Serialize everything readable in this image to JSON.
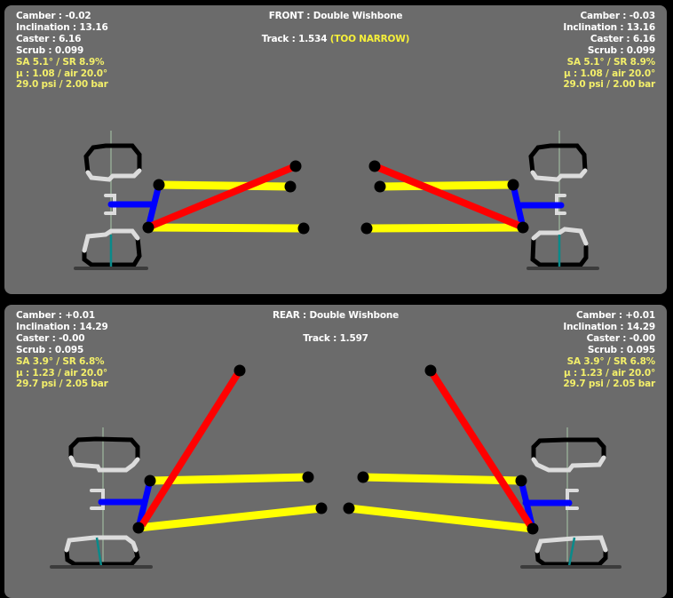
{
  "colors": {
    "panel": "#6b6b6b",
    "text": "#ffffff",
    "highlight": "#f3ef6a",
    "warning": "#f6f03a",
    "upper_arm": "#ffff00",
    "lower_arm": "#ffff00",
    "tie_rod": "#ff0000",
    "upright": "#0000ff",
    "tire": "#000000",
    "rim": "#dcdcdc",
    "joint": "#000000"
  },
  "front": {
    "title": "FRONT : Double Wishbone",
    "track_label": "Track : 1.534",
    "track_warning": "(TOO NARROW)",
    "left": {
      "camber": "Camber : -0.02",
      "inclination": "Inclination : 13.16",
      "caster": "Caster : 6.16",
      "scrub": "Scrub : 0.099",
      "slip": "SA 5.1° / SR 8.9%",
      "grip": "μ : 1.08 / air 20.0°",
      "pressure": "29.0 psi / 2.00 bar"
    },
    "right": {
      "camber": "Camber : -0.03",
      "inclination": "Inclination : 13.16",
      "caster": "Caster : 6.16",
      "scrub": "Scrub : 0.099",
      "slip": "SA 5.1° / SR 8.9%",
      "grip": "μ : 1.08 / air 20.0°",
      "pressure": "29.0 psi / 2.00 bar"
    }
  },
  "rear": {
    "title": "REAR : Double Wishbone",
    "track_label": "Track : 1.597",
    "left": {
      "camber": "Camber : +0.01",
      "inclination": "Inclination : 14.29",
      "caster": "Caster : -0.00",
      "scrub": "Scrub : 0.095",
      "slip": "SA 3.9° / SR 6.8%",
      "grip": "μ : 1.23 / air 20.0°",
      "pressure": "29.7 psi / 2.05 bar"
    },
    "right": {
      "camber": "Camber : +0.01",
      "inclination": "Inclination : 14.29",
      "caster": "Caster : -0.00",
      "scrub": "Scrub : 0.095",
      "slip": "SA 3.9° / SR 6.8%",
      "grip": "μ : 1.23 / air 20.0°",
      "pressure": "29.7 psi / 2.05 bar"
    }
  }
}
